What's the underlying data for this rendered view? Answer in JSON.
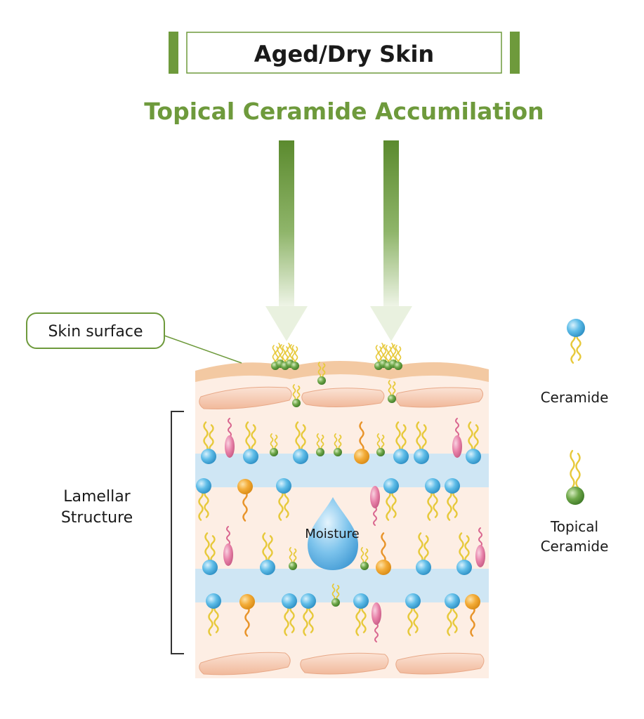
{
  "header": {
    "title": "Aged/Dry Skin",
    "subtitle": "Topical Ceramide Accumilation"
  },
  "labels": {
    "skin_surface": "Skin surface",
    "lamellar_line1": "Lamellar",
    "lamellar_line2": "Structure",
    "moisture": "Moisture"
  },
  "legend": {
    "ceramide": "Ceramide",
    "topical_line1": "Topical",
    "topical_line2": "Ceramide"
  },
  "colors": {
    "green": "#6e9a3c",
    "green_dark": "#5b8a2e",
    "ceramide_blue": "#4fb3e0",
    "topical_green": "#4f8f35",
    "orange": "#f0a431",
    "pink": "#e37aa3",
    "tail_yellow": "#e7c93b",
    "band_blue": "#cfe6f4",
    "skin_peach": "#fdeee4",
    "surface_orange": "#f3c9a2",
    "cell_peach": "#f6cdb4",
    "moisture_blue": "#5aaee0"
  }
}
